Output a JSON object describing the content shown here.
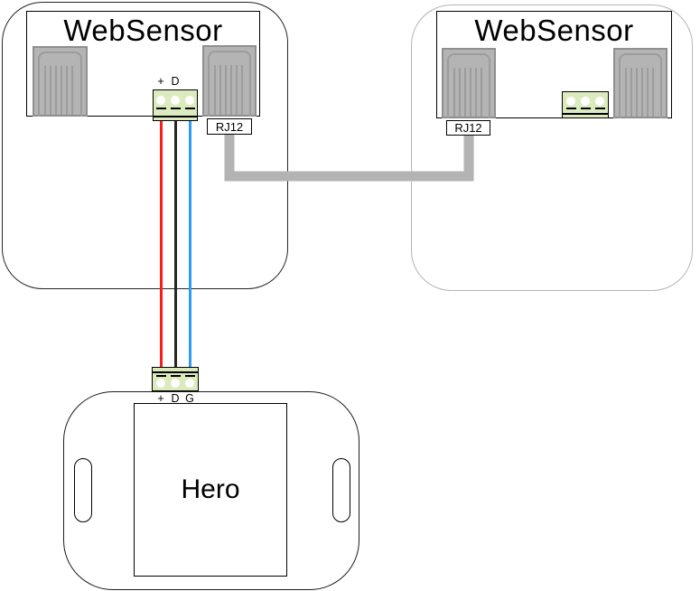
{
  "sensor1": {
    "title": "WebSensor",
    "port_label": "RJ12",
    "pins": {
      "plus": "+",
      "data": "D"
    }
  },
  "sensor2": {
    "title": "WebSensor",
    "port_label": "RJ12"
  },
  "hero": {
    "title": "Hero",
    "pins": {
      "plus": "+",
      "data": "D",
      "ground": "G"
    }
  },
  "wires": {
    "positive_color": "#ff1a1a",
    "data_color": "#262626",
    "ground_color": "#2e9bf0"
  },
  "cable_color": "#b3b3b3",
  "colors": {
    "terminal_green": "#dcebbe",
    "connector_gray": "#b4b4b4",
    "secondary_device_border": "#b5b5b5"
  }
}
